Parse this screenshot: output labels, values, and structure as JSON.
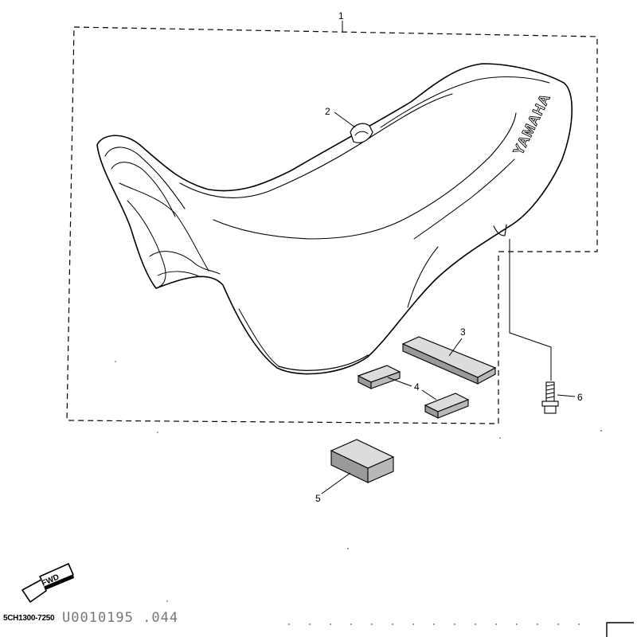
{
  "callouts": {
    "c1": "1",
    "c2": "2",
    "c3": "3",
    "c4": "4",
    "c5": "5",
    "c6": "6"
  },
  "seat_brand": "YAMAHA",
  "fwd_label": "FWD",
  "footer": {
    "part_code": "5CH1300-7250",
    "serial": "U0010195 .044"
  }
}
